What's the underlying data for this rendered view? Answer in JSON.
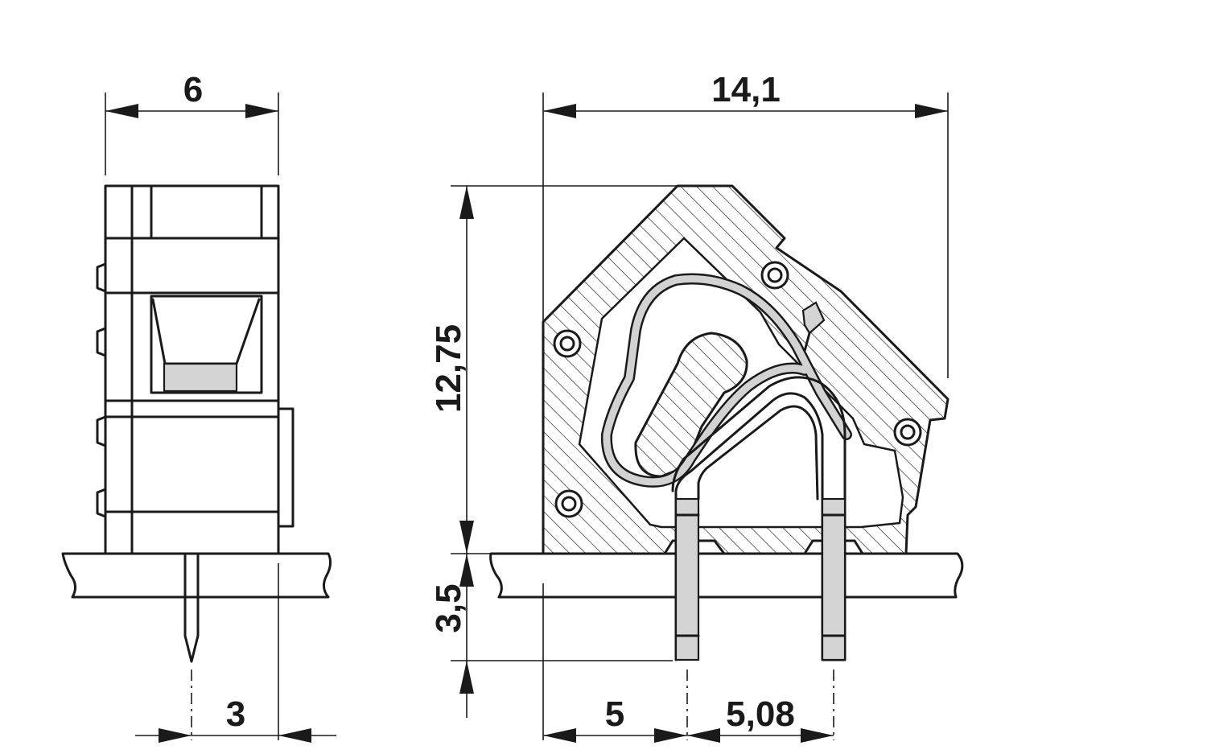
{
  "dimensions": {
    "side_width": "6",
    "pin_offset": "3",
    "overall_width": "14,1",
    "height": "12,75",
    "pin_length": "3,5",
    "edge_to_pin": "5",
    "pitch": "5,08"
  },
  "colors": {
    "line": "#1a1a1a",
    "fill_grey": "#d4d4d4",
    "background": "#ffffff"
  }
}
